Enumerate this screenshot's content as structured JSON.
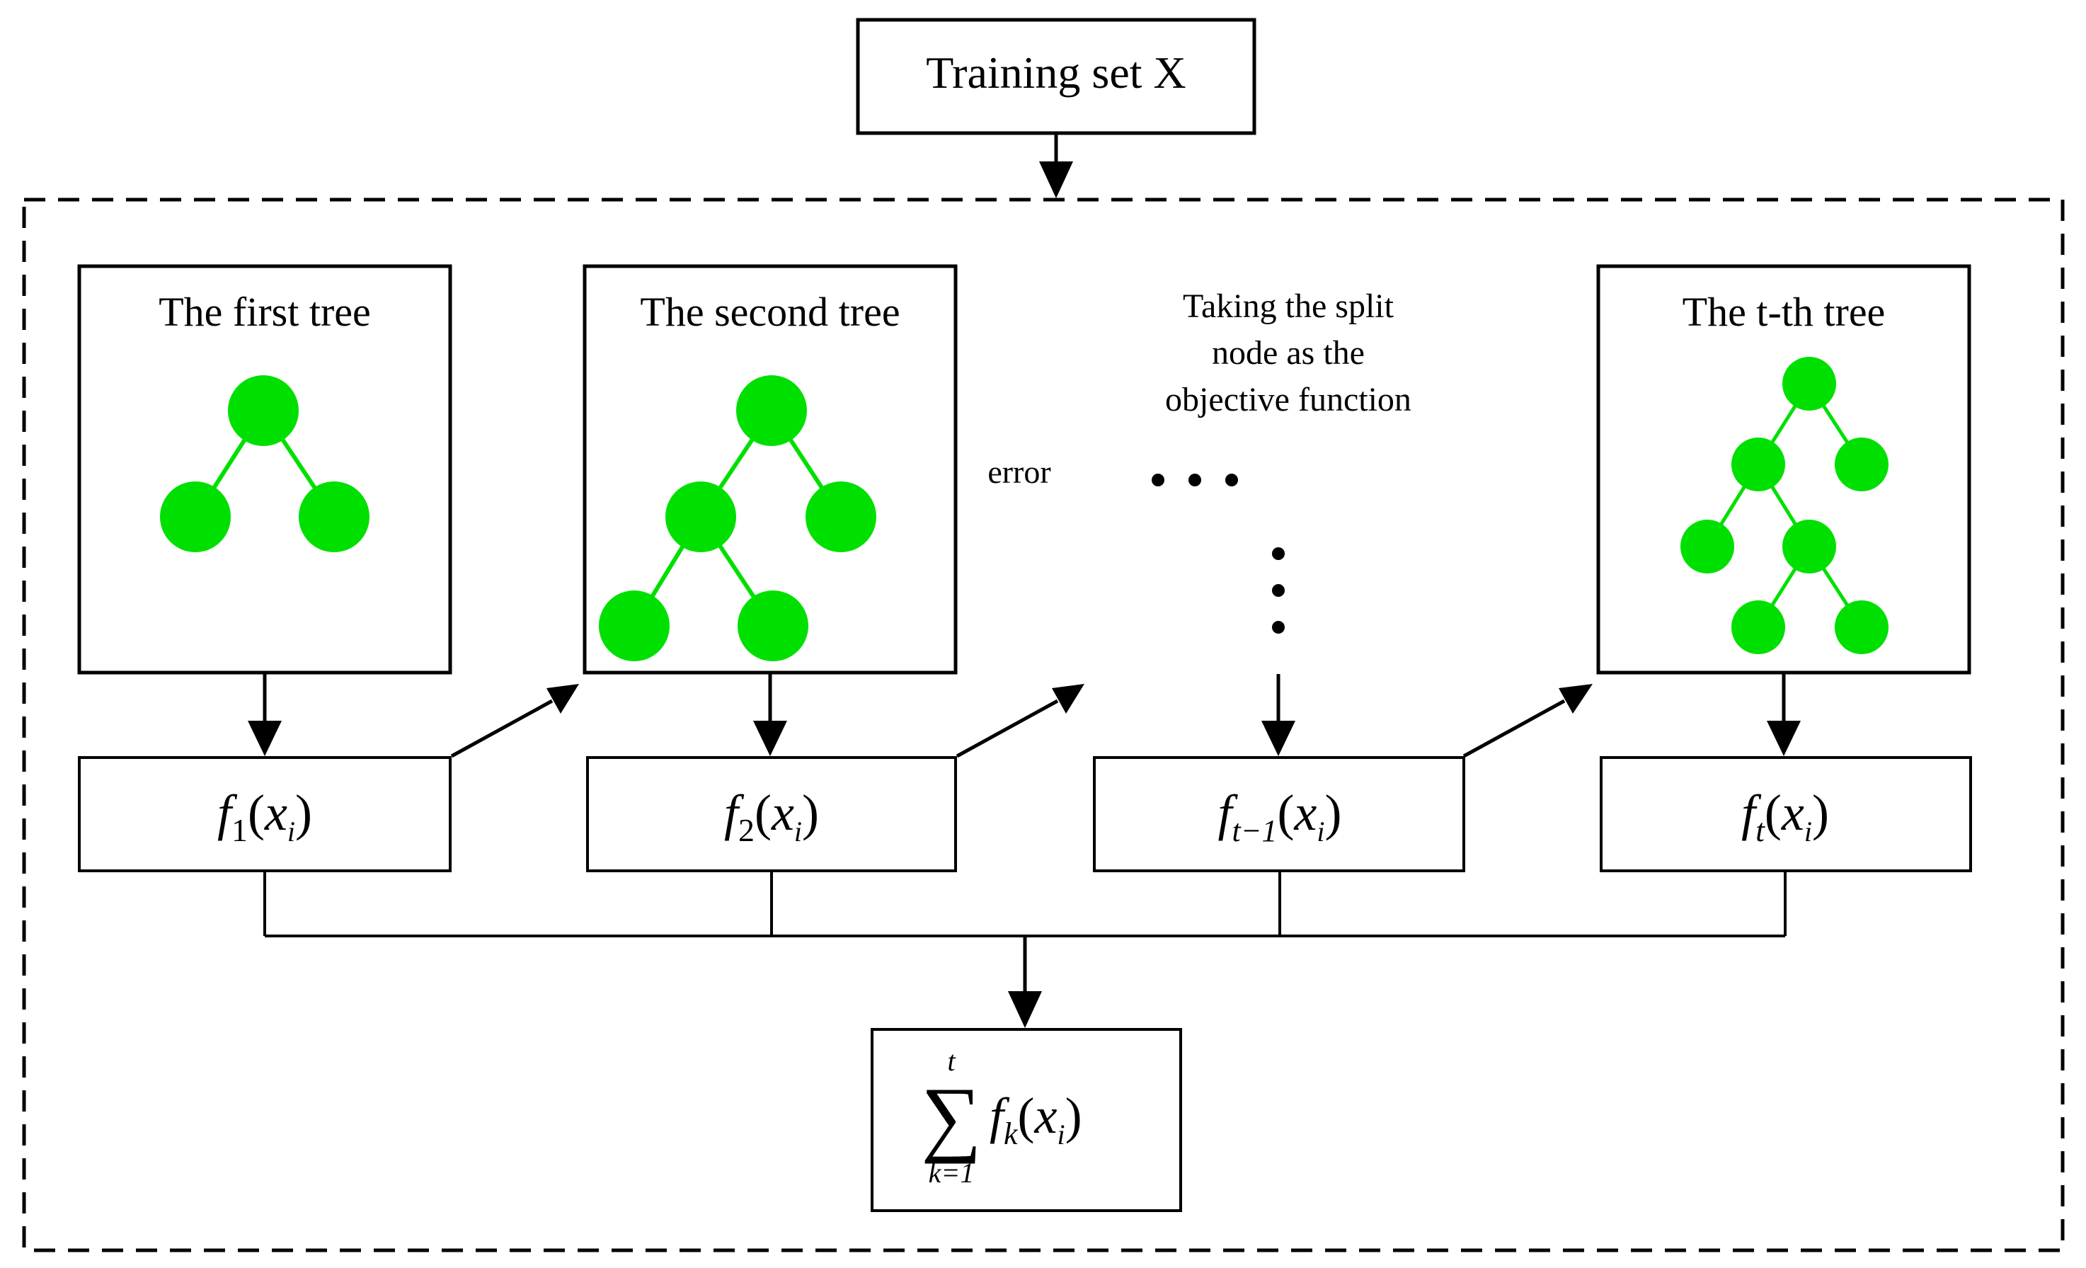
{
  "colors": {
    "node": "#00e000",
    "edge": "#00e000",
    "stroke": "#000000",
    "background": "#ffffff"
  },
  "training_set": {
    "label": "Training set X"
  },
  "trees": [
    {
      "title": "The first tree"
    },
    {
      "title": "The second tree"
    },
    {
      "title": "The t-th tree"
    }
  ],
  "annotations": {
    "error": "error",
    "split_line1": "Taking the split",
    "split_line2": "node as the",
    "split_line3": "objective function"
  },
  "functions": [
    {
      "name": "f",
      "sub": "1",
      "arg": "x",
      "arg_sub": "i"
    },
    {
      "name": "f",
      "sub": "2",
      "arg": "x",
      "arg_sub": "i"
    },
    {
      "name": "f",
      "sub": "t−1",
      "arg": "x",
      "arg_sub": "i"
    },
    {
      "name": "f",
      "sub": "t",
      "arg": "x",
      "arg_sub": "i"
    }
  ],
  "sum": {
    "symbol": "∑",
    "upper": "t",
    "lower": "k=1",
    "name": "f",
    "sub": "k",
    "arg": "x",
    "arg_sub": "i"
  },
  "icons": {
    "continuation_horizontal": "ellipsis-horizontal-icon",
    "continuation_vertical": "ellipsis-vertical-icon"
  }
}
